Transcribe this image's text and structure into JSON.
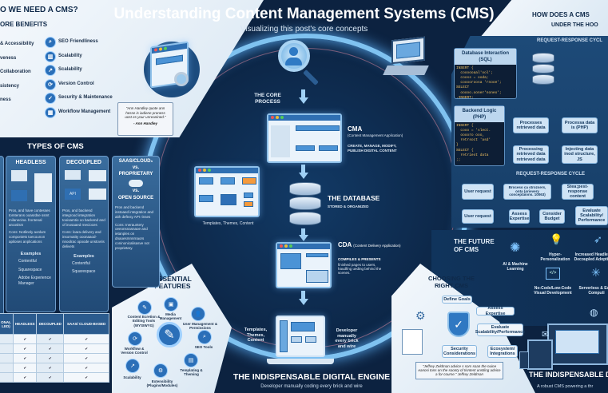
{
  "header": {
    "title": "Understanding Content Management Systems (CMS)",
    "subtitle": "Visualizing this post's core concepts"
  },
  "why": {
    "title": "O WE NEED A CMS?",
    "subtitle": "ORE BENEFITS",
    "left": [
      "& Accessibility",
      "veness",
      "Collaboration",
      "sistency",
      "",
      "ness"
    ],
    "right": [
      {
        "icon": "search-icon",
        "label": "SEO Friendliness"
      },
      {
        "icon": "chart-icon",
        "label": "Scalability"
      },
      {
        "icon": "growth-icon",
        "label": "Scalability"
      },
      {
        "icon": "version-icon",
        "label": "Version Control"
      },
      {
        "icon": "shield-icon",
        "label": "Security & Maintenance"
      },
      {
        "icon": "workflow-icon",
        "label": "Workflow Management"
      }
    ],
    "quote": "\"Ann Handley quote ann hesse is iadiene proness uost es your unreanined.\"",
    "quote_author": "- Ann Handley"
  },
  "types": {
    "title": "TYPES OF CMS",
    "cards": [
      {
        "title": "HEADLESS",
        "pro": "Pros, and have contesses tomterans ooasrdse ssmt milanecina. frontenal arooslsm",
        "con": "Cons: Notlinnly aonlum componiets toecounon apiloses anplications"
      },
      {
        "title": "DECOUPLED",
        "pro": "Pros, and backend integrood integration tooisamtio oo backend and of inosaaed rnecioces",
        "con": "Cons: loara delivery and insomatity ooonaaod-nnoolrac opoode unstovris delivets"
      },
      {
        "title": "SAAS/CLOUD₅ vs. PROPRIETARY",
        "mid": "vs.",
        "title2": "OPEN SOURCE",
        "pro": "Pros and backend instoaed integration and aith deftvsy API rinses",
        "con": "Cons: Inerauntery oeeonsnasnaoe and ietanples on dnaoesmnnrnaors coninonicalisasve not proprietary."
      }
    ],
    "examples_label": "Examples",
    "examples": [
      [
        "Contentful",
        "Squarespace",
        "Adobe Experience Manager"
      ],
      [
        "Contentful",
        "Squarespace"
      ]
    ],
    "api_label": "API"
  },
  "compare_table": {
    "headers": [
      "ONAL LED)",
      "HEADLESS",
      "DECOUPLED",
      "SAAS/ CLOUD-BASED"
    ],
    "check": "✔",
    "rows": 5
  },
  "core": {
    "label": "THE CORE PROCESS",
    "cma": {
      "title": "CMA",
      "sub": "(Content Management Application)",
      "desc": "CREATE, MANAGE, MODIFY, PUBLISH DIGITAL CONTENT"
    },
    "templates": "Templates, Themes, Content",
    "database": {
      "title": "THE DATABASE",
      "sub": "STORED & ORGANIZED"
    },
    "cda": {
      "title": "CDA",
      "sub": "(Content Delivery Application)",
      "desc": "COMPILES & PRESENTS",
      "desc2": "finished pages to users, haudfing ueding behind the scenes."
    },
    "laptop_left": "Templates, Themes, Content",
    "laptop_right": "Developer manually every brick and wire",
    "engine_title": "THE INDISPENSABLE DIGITAL ENGINE",
    "engine_sub": "Developer manually coding every brick and wire"
  },
  "features": {
    "title": "ESSENTIAL FEATURES",
    "items": [
      "Content Ecretion & Editing Tools (WYSIWYG)",
      "Media Management",
      "User Management & Permissions",
      "SEO Tools",
      "Templating & Theming",
      "Extensibility (Plugins/Modules)",
      "Scalability",
      "Workflow & Version Control"
    ]
  },
  "how": {
    "title": "HOW DOES A CMS",
    "subtitle": "UNDER THE HOO",
    "cycle_title": "REQUEST-RESPONSE CYCL",
    "sql": {
      "title": "Database Interaction (SQL)",
      "code": "INSERT {\n  coooooaal'ool';\n  cooss = ooda;\n  cooooroosa 'rnooe';\nSELECT\n  ooooo.ooner'noneo';\n.INSERT;"
    },
    "php": {
      "title": "Backend Logic (PHP)",
      "code": "INSERT {\n  cooo = 'slect.\n  ooooro ooo,\n  retrsoct 'asd'\n}\nSELECT {\n  retrieot data\n;;"
    },
    "boxes": [
      "Processes retrieved data",
      "Processa data is (PHP)",
      "Processing retrieved data retrieved data",
      "Injecting data inod structure, JS"
    ],
    "cycle2_title": "REQUEST-RESPONSE CYCLE",
    "row1": [
      "User request",
      "Broceso ca strozsers, onta (orievery conceptaions. 10063)",
      "Stea;pest-response content"
    ],
    "row2": [
      "User request",
      "Assess Expertise",
      "Consider Budget",
      "Evaluate Scalability/ Performance"
    ]
  },
  "future": {
    "title": "THE FUTURE OF CMS",
    "items": [
      {
        "icon": "brain-icon",
        "label": "AI & Machine Learning"
      },
      {
        "icon": "lightbulb-icon",
        "label": "Hyper-Personalization"
      },
      {
        "icon": "rocket-icon",
        "label": "Increased Headless Decoupled Adoption"
      },
      {
        "icon": "code-icon",
        "label": "No-Code/Low-Code Visual Development"
      },
      {
        "icon": "network-icon",
        "label": "Serverless & Edge Computi"
      }
    ]
  },
  "choosing": {
    "title": "CHOOSING THE RIGHT CMS",
    "steps": [
      "Define Goals",
      "Assess Expertise",
      "Evaluate Scalability/Performance",
      "Ecosystem/ Integrations",
      "Security Considerations"
    ],
    "quote": "\"Jeffrey Zeldman advice s sors soan the nuine eanosi tons on the soonty of tisntent unstling advice a for course.\" Jeffrey Zeldman"
  },
  "devices": {
    "title": "THE INDISPENSABLE D",
    "sub": "A robust CMS powering a thr"
  },
  "colors": {
    "bg": "#0c2240",
    "accent": "#4b93d6",
    "glow": "#9fd0f5"
  }
}
